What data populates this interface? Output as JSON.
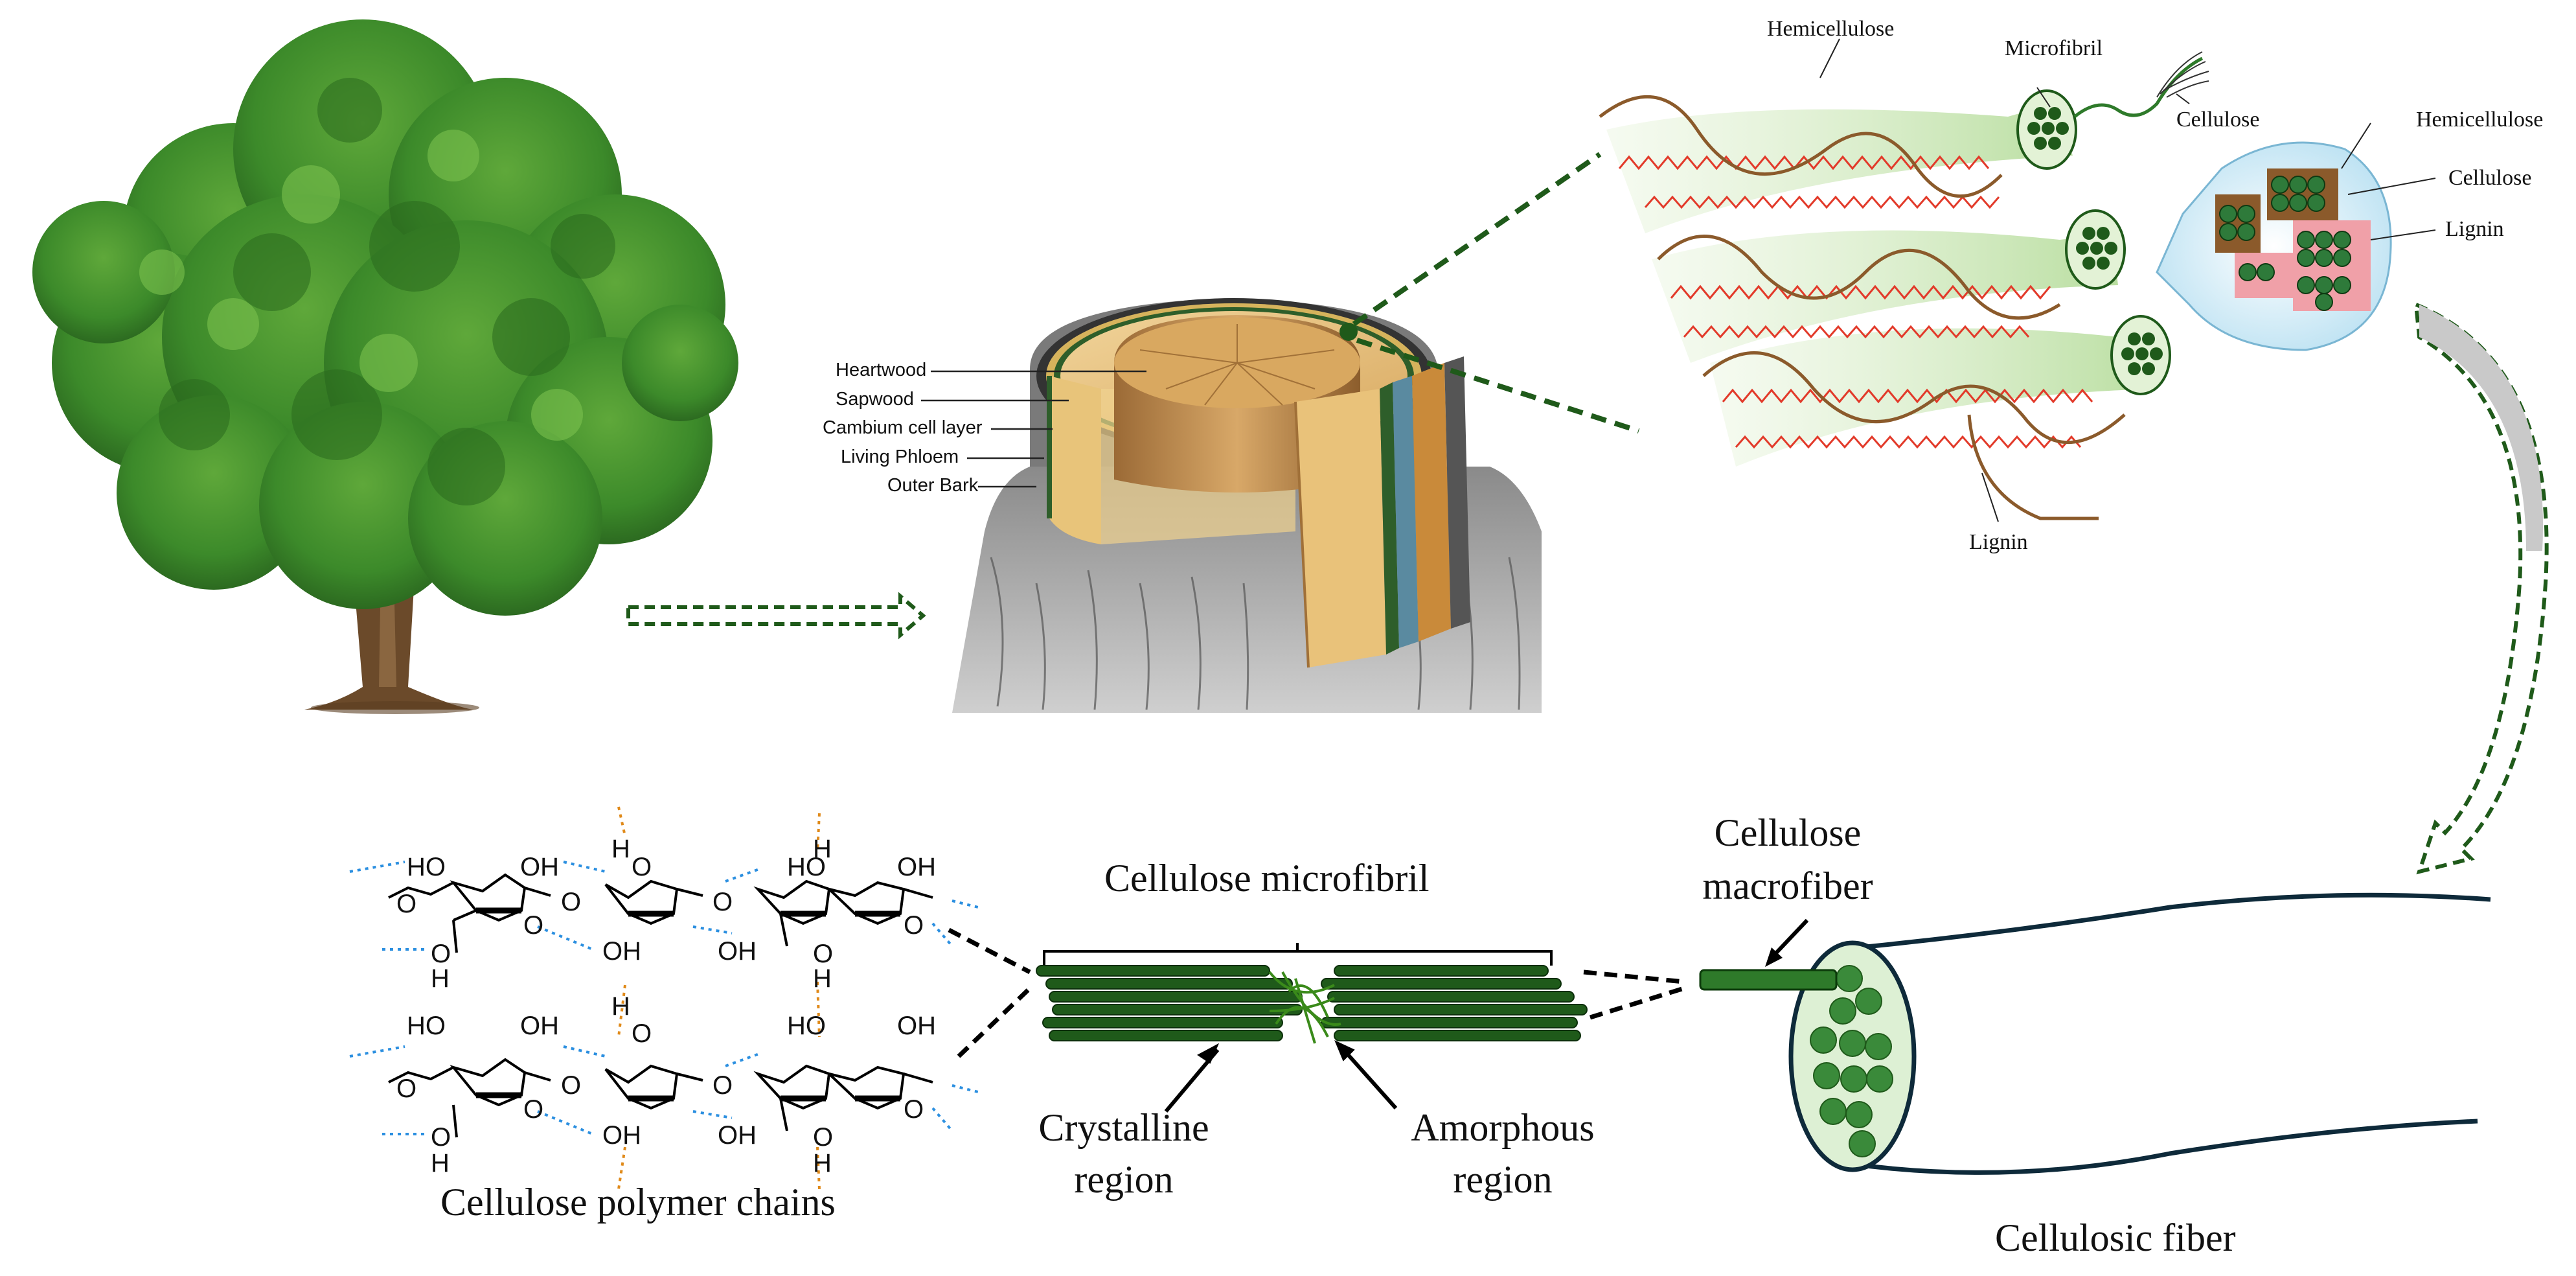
{
  "stump_layers": [
    "Heartwood",
    "Sapwood",
    "Cambium cell layer",
    "Living Phloem",
    "Outer Bark"
  ],
  "cell_wall": {
    "hemicellulose_top": "Hemicellulose",
    "microfibril": "Microfibril",
    "cellulose_top": "Cellulose",
    "lignin_bottom": "Lignin",
    "inset_hemicellulose": "Hemicellulose",
    "inset_cellulose": "Cellulose",
    "inset_lignin": "Lignin"
  },
  "polymer": {
    "caption": "Cellulose polymer chains",
    "atoms": {
      "HO": "HO",
      "OH": "OH",
      "O": "O",
      "H": "H"
    }
  },
  "microfibril": {
    "title": "Cellulose microfibril",
    "crystalline_line1": "Crystalline",
    "crystalline_line2": "region",
    "amorphous_line1": "Amorphous",
    "amorphous_line2": "region"
  },
  "fiber": {
    "macrofiber_line1": "Cellulose",
    "macrofiber_line2": "macrofiber",
    "caption": "Cellulosic fiber"
  },
  "colors": {
    "dark_green": "#1f5a1a",
    "leaf_green": "#3d8a2c",
    "lignin_brown": "#8b5a2b",
    "hemicellulose_red": "#e23a2a",
    "hbond_blue": "#2b8fe0",
    "hbond_orange": "#e08a1a"
  }
}
